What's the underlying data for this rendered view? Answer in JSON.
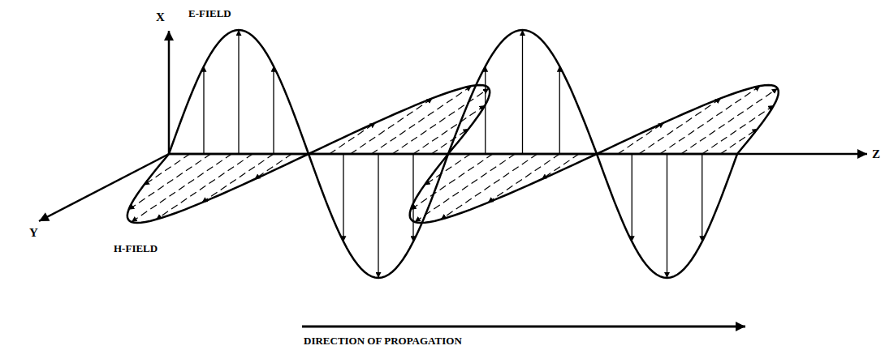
{
  "diagram": {
    "labels": [
      "X",
      "E-FIELD",
      "Z",
      "Y",
      "H-FIELD",
      "DIRECTION OF PROPAGATION"
    ]
  }
}
